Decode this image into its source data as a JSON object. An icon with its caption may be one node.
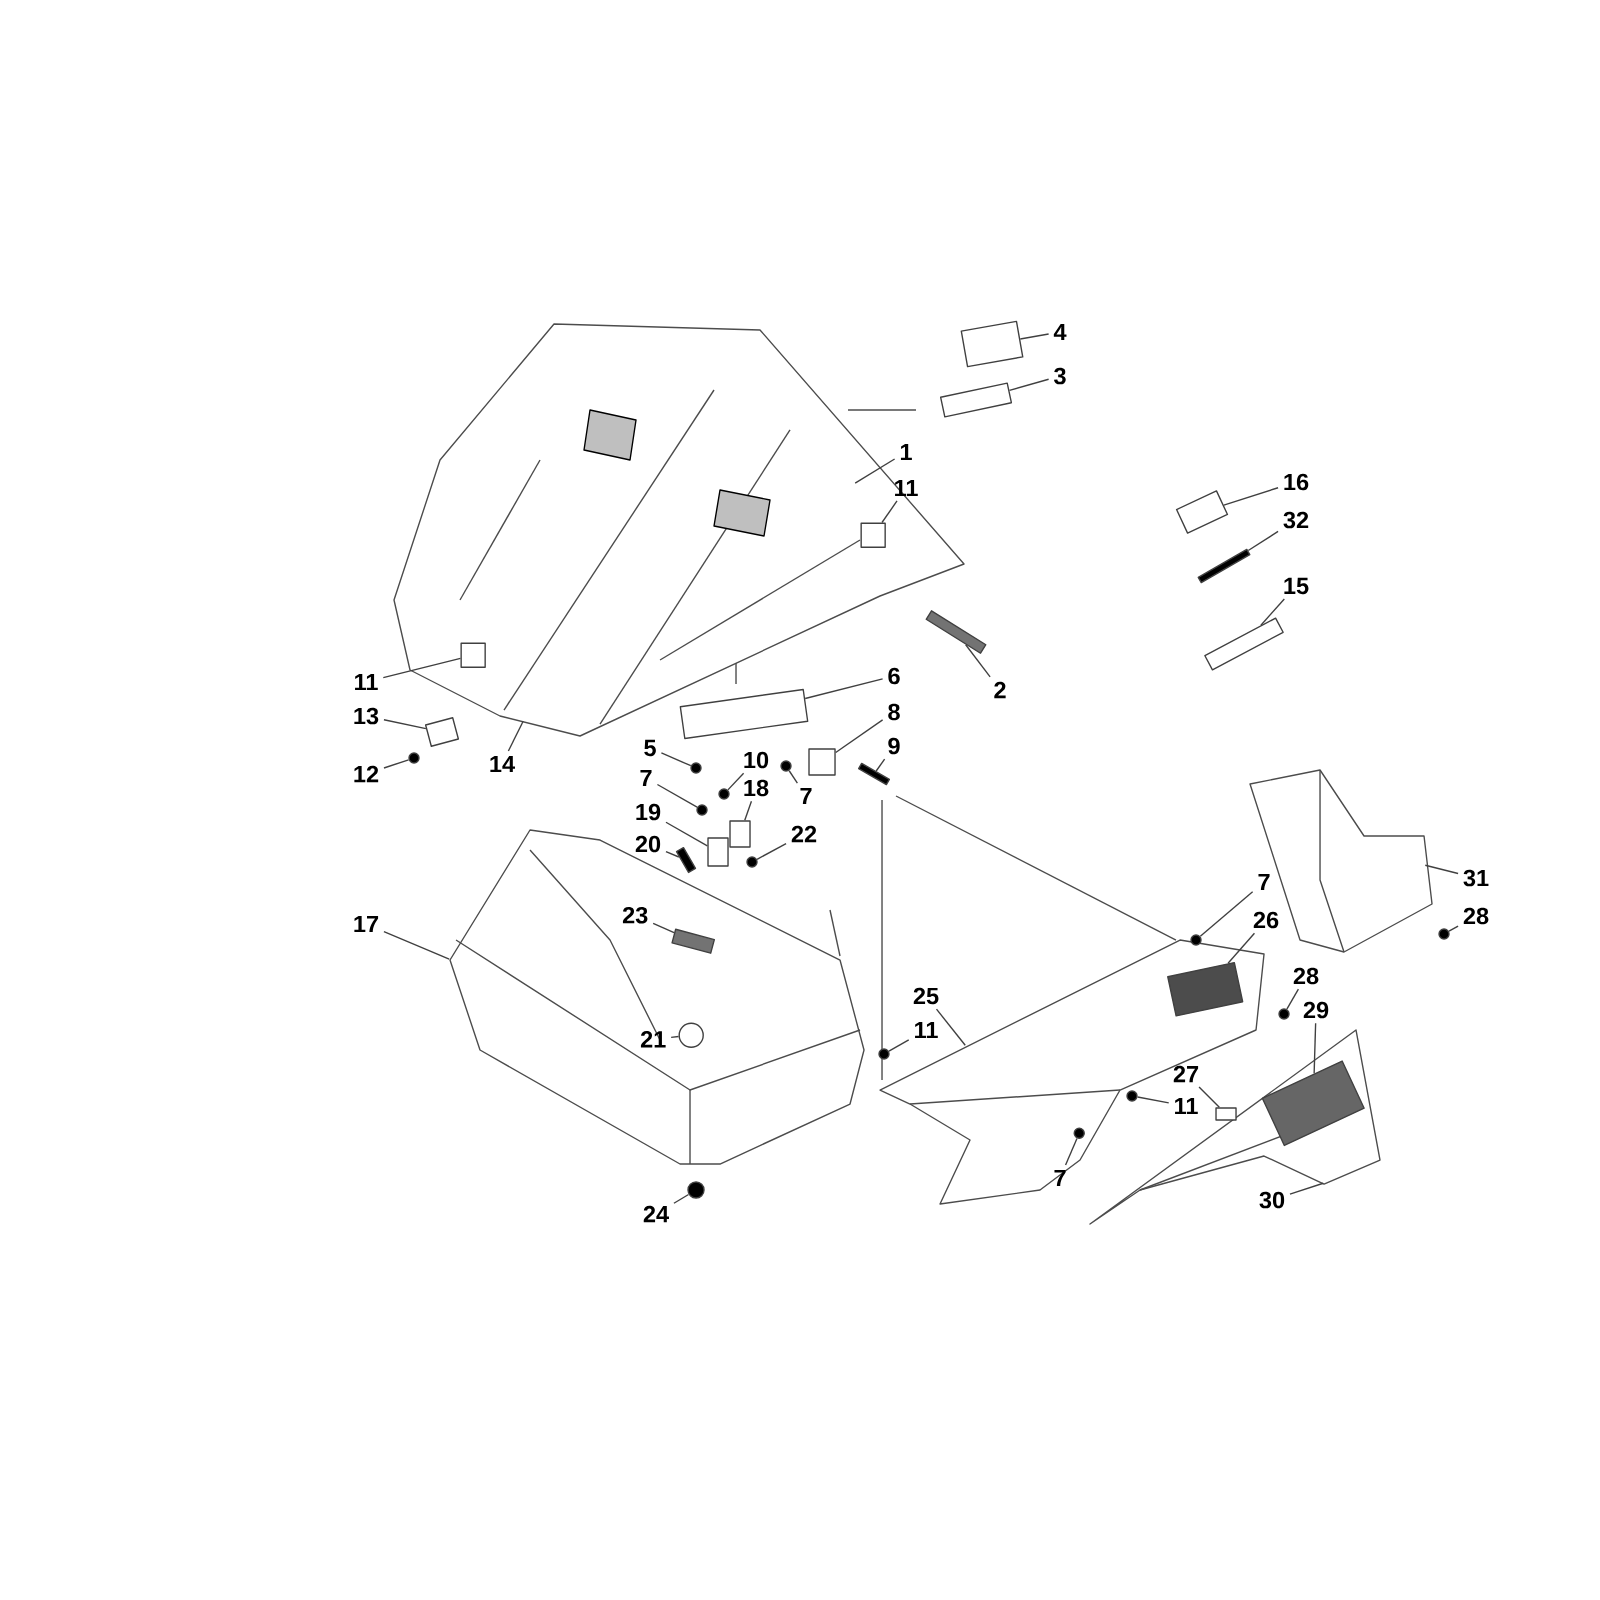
{
  "diagram": {
    "nodes": [
      {
        "text": [
          "4"
        ]
      },
      {
        "text": [
          "3"
        ]
      },
      {
        "text": [
          "1"
        ]
      },
      {
        "text": [
          "16"
        ]
      },
      {
        "text": [
          "11"
        ]
      },
      {
        "text": [
          "32"
        ]
      },
      {
        "text": [
          "15"
        ]
      },
      {
        "text": [
          "6"
        ]
      },
      {
        "text": [
          "11"
        ]
      },
      {
        "text": [
          "2"
        ]
      },
      {
        "text": [
          "8"
        ]
      },
      {
        "text": [
          "13"
        ]
      },
      {
        "text": [
          "9"
        ]
      },
      {
        "text": [
          "5"
        ]
      },
      {
        "text": [
          "10"
        ]
      },
      {
        "text": [
          "14"
        ]
      },
      {
        "text": [
          "12"
        ]
      },
      {
        "text": [
          "7"
        ]
      },
      {
        "text": [
          "18"
        ]
      },
      {
        "text": [
          "7"
        ]
      },
      {
        "text": [
          "19"
        ]
      },
      {
        "text": [
          "22"
        ]
      },
      {
        "text": [
          "20"
        ]
      },
      {
        "text": [
          "31"
        ]
      },
      {
        "text": [
          "7"
        ]
      },
      {
        "text": [
          "23"
        ],
        "in": 66
      },
      {
        "text": [
          "28"
        ]
      },
      {
        "text": [
          "26"
        ]
      },
      {
        "text": [
          "17"
        ]
      },
      {
        "text": [
          "28"
        ]
      },
      {
        "text": [
          "25"
        ]
      },
      {
        "text": [
          "29"
        ]
      },
      {
        "text": [
          "11"
        ]
      },
      {
        "text": [
          "21"
        ],
        "in": 66
      },
      {
        "text": [
          "27"
        ]
      },
      {
        "text": [
          "11"
        ]
      },
      {
        "text": [
          "30"
        ]
      },
      {
        "text": [
          "7"
        ]
      },
      {
        "text": [
          "24"
        ]
      },
      {
        "text": [],
        "shape": "box"
      },
      {
        "text": [],
        "shape": "box"
      },
      {
        "text": [],
        "shape": "picture"
      },
      {
        "text": [],
        "shape": "box"
      },
      {
        "text": [],
        "shape": "box",
        "in": 41
      },
      {
        "text": [],
        "shape": "box"
      },
      {
        "text": [],
        "shape": "box"
      },
      {
        "text": [],
        "shape": "box"
      },
      {
        "text": [],
        "shape": "box",
        "in": 41
      },
      {
        "text": [],
        "shape": "box"
      },
      {
        "text": [],
        "shape": "box"
      },
      {
        "text": [],
        "shape": "box"
      },
      {
        "text": [],
        "shape": "box"
      },
      {
        "text": [],
        "shape": "circle"
      },
      {
        "text": [],
        "shape": "circle"
      },
      {
        "text": [],
        "shape": "circle"
      },
      {
        "text": [],
        "shape": "circle"
      },
      {
        "text": [],
        "shape": "box"
      },
      {
        "text": [],
        "shape": "circle"
      },
      {
        "text": [],
        "shape": "box"
      },
      {
        "text": [],
        "shape": "circle"
      },
      {
        "text": [],
        "shape": "box"
      },
      {
        "text": [],
        "shape": "picture"
      },
      {
        "text": [],
        "shape": "circle"
      },
      {
        "text": [],
        "shape": "box",
        "in": 66
      },
      {
        "text": [],
        "shape": "circle"
      },
      {
        "text": [],
        "shape": "box",
        "in": 68
      },
      {
        "text": [],
        "shape": "picture"
      },
      {
        "text": [],
        "shape": "circle"
      },
      {
        "text": [],
        "shape": "picture"
      },
      {
        "text": [],
        "shape": "box",
        "in": 74
      },
      {
        "text": [],
        "shape": "circle"
      },
      {
        "text": [],
        "shape": "circle",
        "in": 66
      },
      {
        "text": [],
        "shape": "box"
      },
      {
        "text": [],
        "shape": "circle"
      },
      {
        "text": [],
        "shape": "picture"
      },
      {
        "text": [],
        "shape": "circle",
        "in": 68
      },
      {
        "text": [],
        "shape": "circle"
      }
    ],
    "edges": [
      {
        "from": 0,
        "to": 39,
        "arrow": "none"
      },
      {
        "from": 1,
        "to": 40,
        "arrow": "none"
      },
      {
        "from": 2,
        "to": 41,
        "arrow": "none"
      },
      {
        "from": 3,
        "to": 42,
        "arrow": "none"
      },
      {
        "from": 4,
        "to": 43,
        "arrow": "none"
      },
      {
        "from": 5,
        "to": 44,
        "arrow": "none"
      },
      {
        "from": 6,
        "to": 45,
        "arrow": "none"
      },
      {
        "from": 7,
        "to": 46,
        "arrow": "none"
      },
      {
        "from": 8,
        "to": 47,
        "arrow": "none"
      },
      {
        "from": 9,
        "to": 48,
        "arrow": "none"
      },
      {
        "from": 10,
        "to": 49,
        "arrow": "none"
      },
      {
        "from": 11,
        "to": 50,
        "arrow": "none"
      },
      {
        "from": 12,
        "to": 51,
        "arrow": "none"
      },
      {
        "from": 13,
        "to": 52,
        "arrow": "none"
      },
      {
        "from": 14,
        "to": 53,
        "arrow": "none"
      },
      {
        "from": 15,
        "to": 41,
        "arrow": "none"
      },
      {
        "from": 16,
        "to": 54,
        "arrow": "none"
      },
      {
        "from": 17,
        "to": 55,
        "arrow": "none"
      },
      {
        "from": 18,
        "to": 56,
        "arrow": "none"
      },
      {
        "from": 19,
        "to": 57,
        "arrow": "none"
      },
      {
        "from": 20,
        "to": 58,
        "arrow": "none"
      },
      {
        "from": 21,
        "to": 59,
        "arrow": "none"
      },
      {
        "from": 22,
        "to": 60,
        "arrow": "none"
      },
      {
        "from": 23,
        "to": 61,
        "arrow": "none"
      },
      {
        "from": 24,
        "to": 62,
        "arrow": "none"
      },
      {
        "from": 25,
        "to": 63,
        "arrow": "none"
      },
      {
        "from": 26,
        "to": 64,
        "arrow": "none"
      },
      {
        "from": 27,
        "to": 65,
        "arrow": "none"
      },
      {
        "from": 28,
        "to": 66,
        "arrow": "none"
      },
      {
        "from": 29,
        "to": 67,
        "arrow": "none"
      },
      {
        "from": 30,
        "to": 68,
        "arrow": "none"
      },
      {
        "from": 31,
        "to": 69,
        "arrow": "none"
      },
      {
        "from": 32,
        "to": 70,
        "arrow": "none"
      },
      {
        "from": 33,
        "to": 71,
        "arrow": "none"
      },
      {
        "from": 34,
        "to": 72,
        "arrow": "none"
      },
      {
        "from": 35,
        "to": 73,
        "arrow": "none"
      },
      {
        "from": 36,
        "to": 74,
        "arrow": "none"
      },
      {
        "from": 37,
        "to": 75,
        "arrow": "none"
      },
      {
        "from": 38,
        "to": 76,
        "arrow": "none"
      }
    ]
  }
}
